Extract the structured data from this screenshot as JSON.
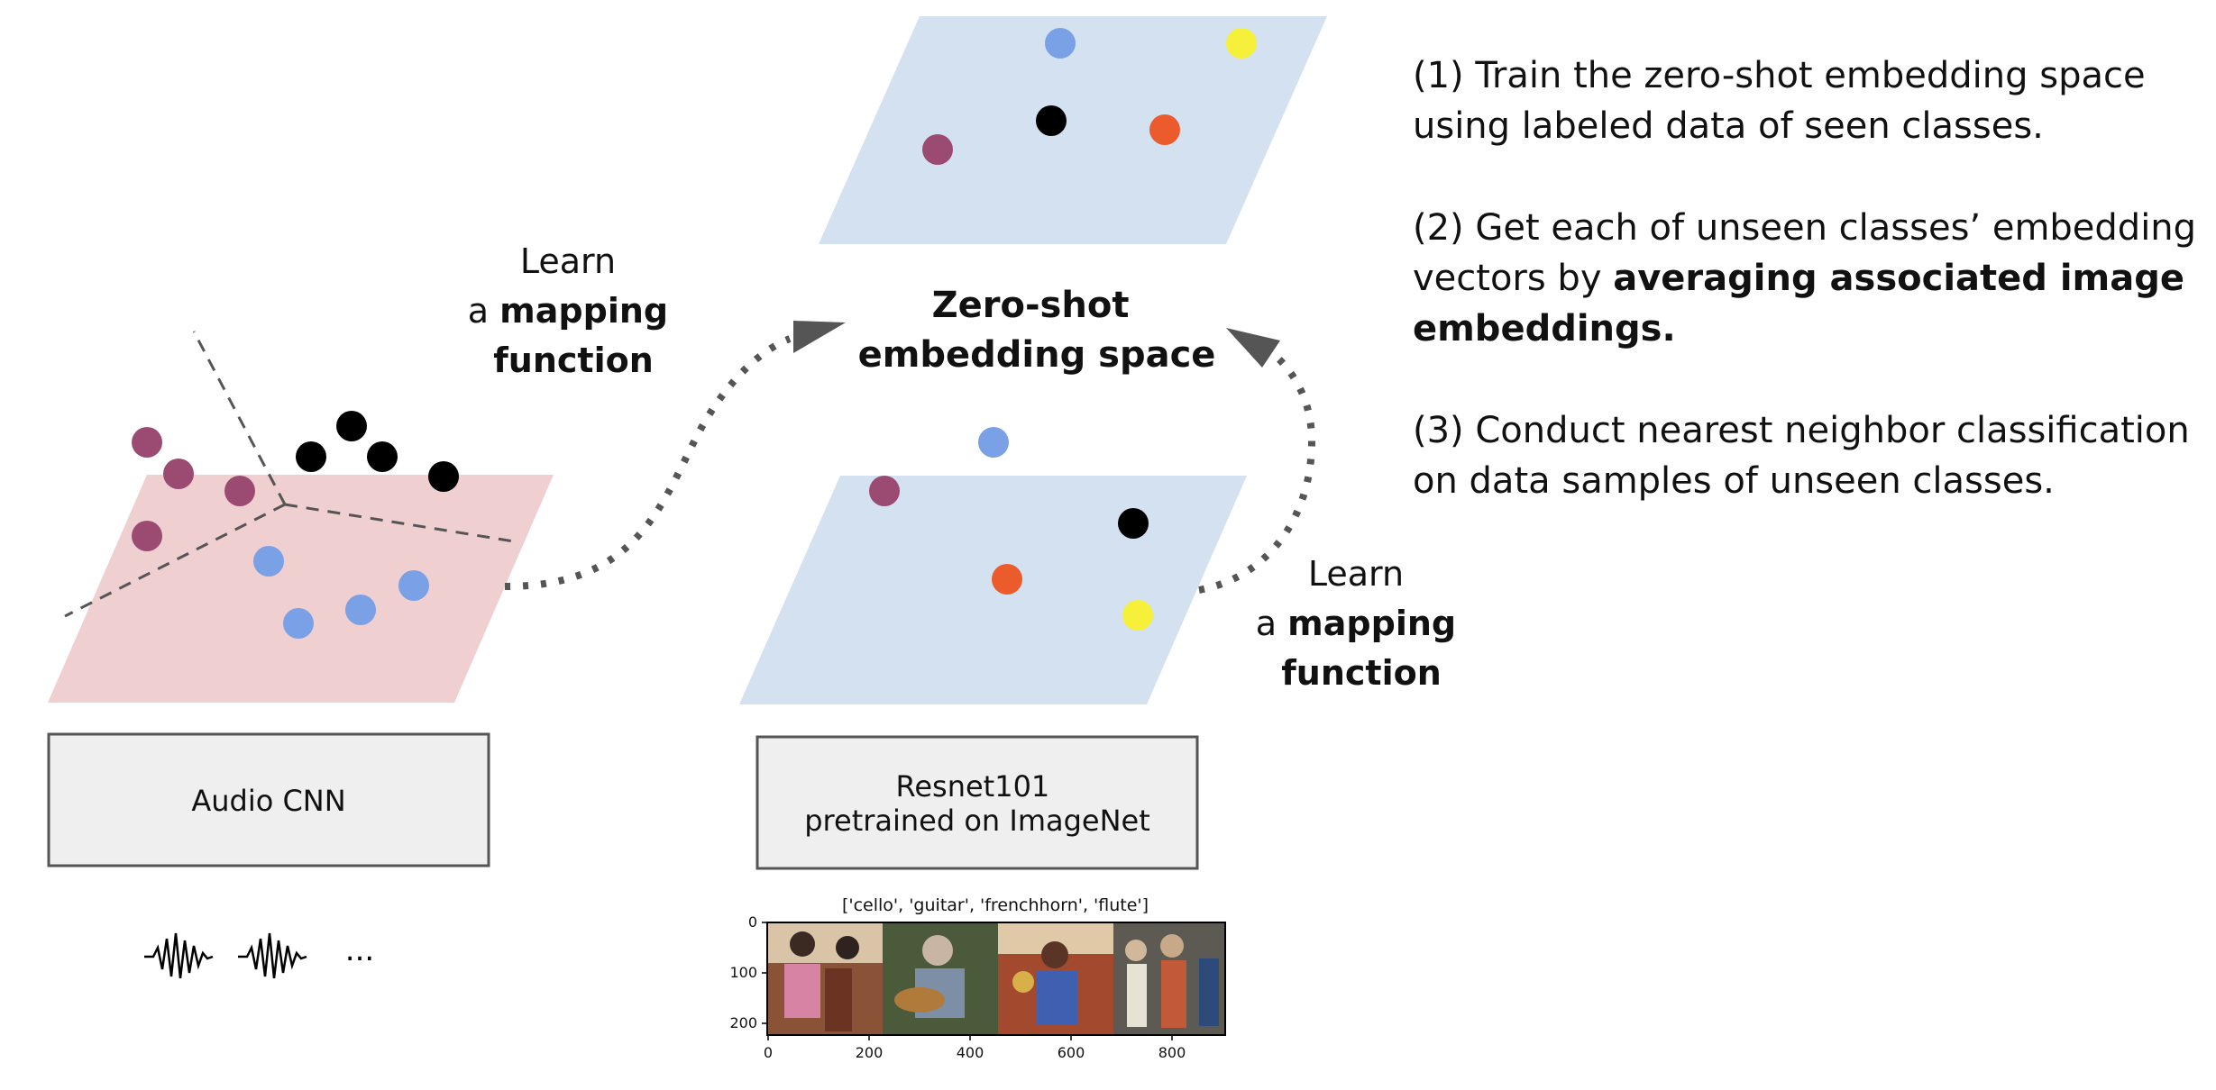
{
  "audio_plane": {
    "points": [
      {
        "color": "#9b4a72"
      },
      {
        "color": "#9b4a72"
      },
      {
        "color": "#9b4a72"
      },
      {
        "color": "#9b4a72"
      },
      {
        "color": "#000000"
      },
      {
        "color": "#000000"
      },
      {
        "color": "#000000"
      },
      {
        "color": "#000000"
      },
      {
        "color": "#7aa0e6"
      },
      {
        "color": "#7aa0e6"
      },
      {
        "color": "#7aa0e6"
      },
      {
        "color": "#7aa0e6"
      }
    ]
  },
  "mapping_left": {
    "line1": "Learn",
    "prefix": "a ",
    "bold": "mapping",
    "line3": "function"
  },
  "zero_shot": {
    "line1": "Zero-shot",
    "line2": "embedding space"
  },
  "mapping_right": {
    "line1": "Learn",
    "prefix": "a ",
    "bold": "mapping",
    "line3": "function"
  },
  "audio_cnn": {
    "label": "Audio CNN",
    "ellipsis": "..."
  },
  "resnet": {
    "line1": "Resnet101",
    "line2": "pretrained on ImageNet"
  },
  "image_strip": {
    "title": "['cello', 'guitar', 'frenchhorn', 'flute']",
    "y_ticks": [
      "0",
      "100",
      "200"
    ],
    "x_ticks": [
      "0",
      "200",
      "400",
      "600",
      "800"
    ]
  },
  "steps": [
    {
      "text": "(1) Train the zero-shot embedding space using labeled data of seen classes."
    },
    {
      "text_before": "(2)  Get each of unseen classes’ embedding vectors by ",
      "bold": "averaging associated image embeddings."
    },
    {
      "text": "(3) Conduct nearest neighbor classification on data samples of unseen classes."
    }
  ],
  "colors": {
    "audio_plane": "#efcfd0",
    "embed_plane": "#d3e1f1",
    "purple": "#9b4a72",
    "blue": "#7aa0e6",
    "black": "#000000",
    "orange": "#ec5b2b",
    "yellow": "#f7f03a",
    "box_fill": "#efefef",
    "arrow": "#555555"
  }
}
